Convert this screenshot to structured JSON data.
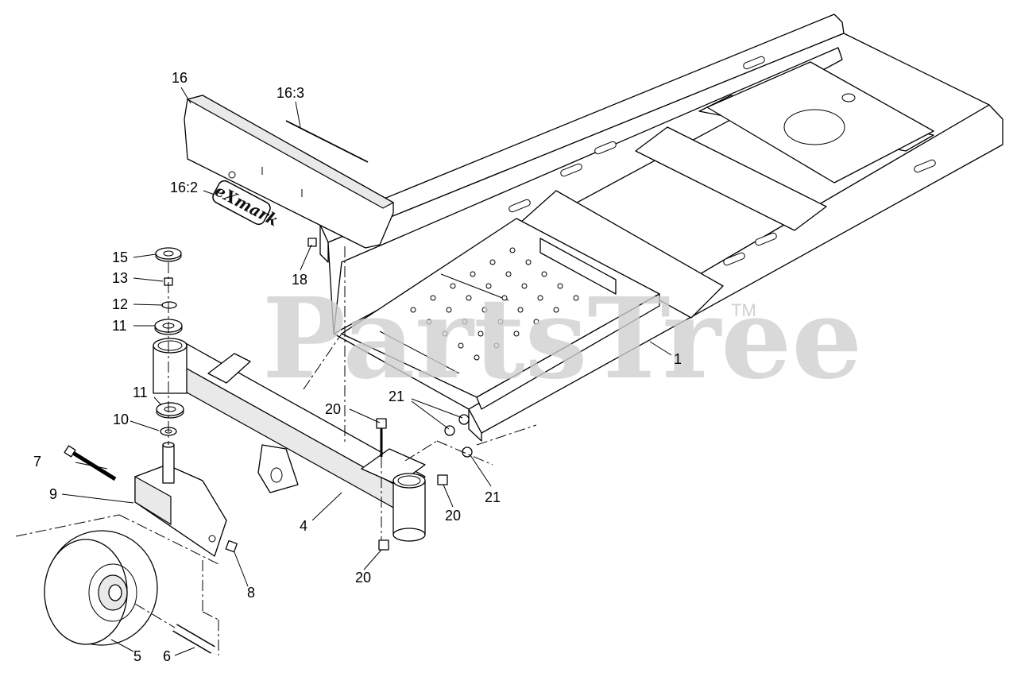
{
  "watermark": {
    "brand": "PartsTree",
    "trademark": "TM"
  },
  "decal_logo": "eXmark",
  "callouts": {
    "c1": "1",
    "c4": "4",
    "c5": "5",
    "c6": "6",
    "c7": "7",
    "c8": "8",
    "c9": "9",
    "c10": "10",
    "c11a": "11",
    "c11b": "11",
    "c12": "12",
    "c13": "13",
    "c15": "15",
    "c16": "16",
    "c16_2": "16:2",
    "c16_3": "16:3",
    "c18": "18",
    "c20a": "20",
    "c20b": "20",
    "c20c": "20",
    "c21a": "21",
    "c21b": "21"
  }
}
